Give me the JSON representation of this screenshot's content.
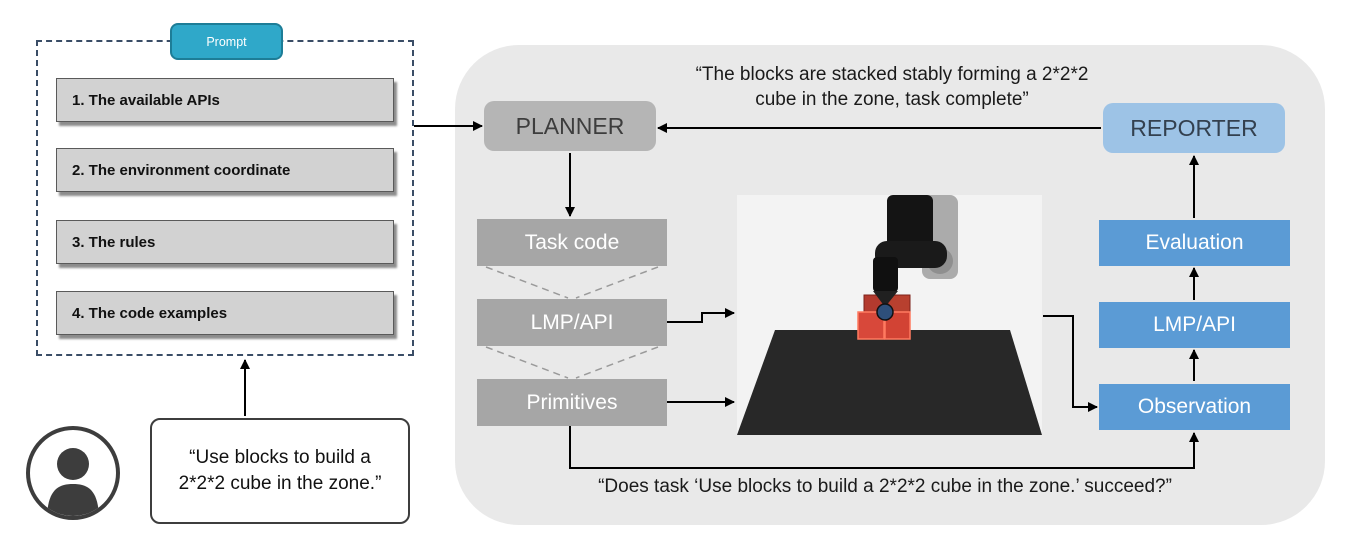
{
  "prompt_panel": {
    "tab_label": "Prompt",
    "items": [
      {
        "label": "1. The available APIs"
      },
      {
        "label": "2. The environment coordinate"
      },
      {
        "label": "3. The rules"
      },
      {
        "label": "4. The code examples"
      }
    ]
  },
  "user": {
    "speech_text": "“Use blocks to build a 2*2*2 cube in the zone.”"
  },
  "planner": {
    "label": "PLANNER"
  },
  "reporter": {
    "label": "REPORTER"
  },
  "quotes": {
    "report_quote": "“The blocks are stacked stably forming a 2*2*2 cube in the zone, task complete”",
    "task_check_quote": "“Does task ‘Use blocks to build a 2*2*2 cube in the zone.’ succeed?”"
  },
  "generation_stack": [
    {
      "label": "Task code"
    },
    {
      "label": "LMP/API"
    },
    {
      "label": "Primitives"
    }
  ],
  "feedback_stack": [
    {
      "label": "Evaluation"
    },
    {
      "label": "LMP/API"
    },
    {
      "label": "Observation"
    }
  ],
  "simulation": {
    "alt": "robot arm above red blocks stacked on a dark table"
  },
  "colors": {
    "prompt_tab": "#2FA8C9",
    "prompt_item_bg": "#D2D2D2",
    "dashed_border": "#3A4D66",
    "planner_bg": "#B5B5B5",
    "reporter_bg": "#9DC3E6",
    "gray_stage_bg": "#A6A6A6",
    "blue_stage_bg": "#5B9BD5",
    "panel_bg": "#E9E9E9",
    "arrow": "#000000",
    "block_red": "#D8483A"
  }
}
